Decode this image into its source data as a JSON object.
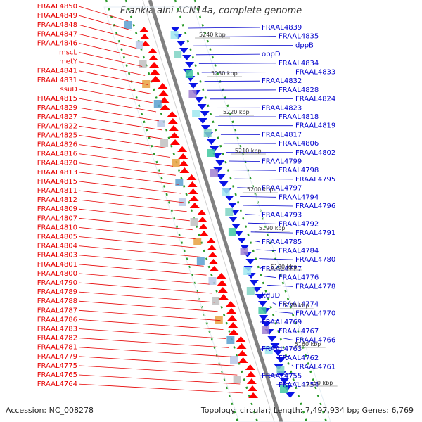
{
  "title": "Frankia alni ACN14a, complete genome",
  "accession_text": "Accession: NC_008278",
  "summary_text": "Topology: circular; Length: 7,497,934 bp; Genes: 6,769",
  "colors": {
    "left_label": "#e60000",
    "right_label": "#0000cc",
    "backbone": "#808080",
    "red_arrow": "#ff0000",
    "blue_arrow": "#0a14e6",
    "dotted_track": "#2a9a2a"
  },
  "scale_marks": [
    "5240 kbp",
    "5230 kbp",
    "5220 kbp",
    "5210 kbp",
    "5200 kbp",
    "5190 kbp",
    "5180 kbp",
    "5170 kbp",
    "5160 kbp",
    "5150 kbp"
  ],
  "left_labels": [
    "FRAAL4850",
    "FRAAL4849",
    "FRAAL4848",
    "FRAAL4847",
    "FRAAL4846",
    "mscL",
    "metY",
    "FRAAL4841",
    "FRAAL4831",
    "ssuD",
    "FRAAL4815",
    "FRAAL4829",
    "FRAAL4827",
    "FRAAL4822",
    "FRAAL4825",
    "FRAAL4826",
    "FRAAL4816",
    "FRAAL4820",
    "FRAAL4813",
    "FRAAL4815",
    "FRAAL4811",
    "FRAAL4812",
    "FRAAL4809",
    "FRAAL4807",
    "FRAAL4810",
    "FRAAL4805",
    "FRAAL4804",
    "FRAAL4803",
    "FRAAL4801",
    "FRAAL4800",
    "FRAAL4790",
    "FRAAL4789",
    "FRAAL4788",
    "FRAAL4787",
    "FRAAL4786",
    "FRAAL4783",
    "FRAAL4782",
    "FRAAL4781",
    "FRAAL4779",
    "FRAAL4775",
    "FRAAL4765",
    "FRAAL4764"
  ],
  "right_labels": [
    "FRAAL4839",
    "FRAAL4835",
    "dppB",
    "oppD",
    "FRAAL4834",
    "FRAAL4833",
    "FRAAL4832",
    "FRAAL4828",
    "FRAAL4824",
    "FRAAL4823",
    "FRAAL4818",
    "FRAAL4819",
    "FRAAL4817",
    "FRAAL4806",
    "FRAAL4802",
    "FRAAL4799",
    "FRAAL4798",
    "FRAAL4795",
    "FRAAL4797",
    "FRAAL4794",
    "FRAAL4796",
    "FRAAL4793",
    "FRAAL4792",
    "FRAAL4791",
    "FRAAL4785",
    "FRAAL4784",
    "FRAAL4780",
    "FRAAL4777",
    "FRAAL4776",
    "FRAAL4778",
    "kduD",
    "FRAAL4774",
    "FRAAL4770",
    "FRAAL4769",
    "FRAAL4767",
    "FRAAL4766",
    "FRAAL4763",
    "FRAAL4762",
    "FRAAL4761",
    "FRAAL4755",
    "FRAAL4754"
  ]
}
